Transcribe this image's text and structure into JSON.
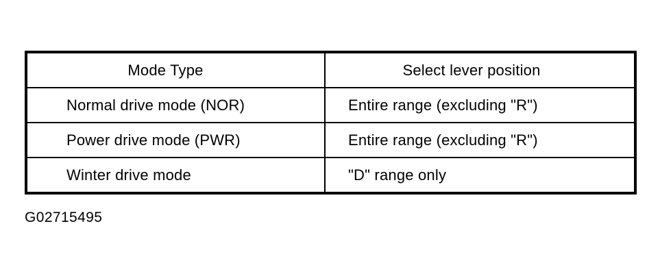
{
  "figure": {
    "caption": "G02715495",
    "background_color": "#ffffff",
    "ink_color": "#000000"
  },
  "table": {
    "headers": {
      "mode": "Mode Type",
      "range": "Select lever position"
    },
    "rows": [
      {
        "mode": "Normal drive mode (NOR)",
        "range": "Entire range (excluding \"R\")"
      },
      {
        "mode": "Power drive mode (PWR)",
        "range": "Entire range (excluding \"R\")"
      },
      {
        "mode": "Winter drive mode",
        "range": "\"D\" range only"
      }
    ]
  }
}
